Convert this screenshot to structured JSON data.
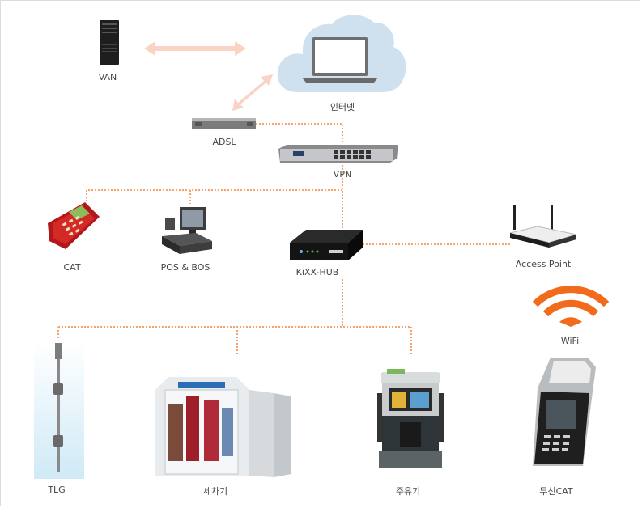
{
  "labels": {
    "van": "VAN",
    "internet": "인터넷",
    "adsl": "ADSL",
    "vpn": "VPN",
    "cat": "CAT",
    "pos": "POS & BOS",
    "hub": "KiXX-HUB",
    "ap": "Access Point",
    "wifi": "WiFi",
    "tlg": "TLG",
    "carwash": "세차기",
    "dispenser": "주유기",
    "wireless_cat": "무선CAT"
  },
  "colors": {
    "connector": "#f5a26b",
    "arrow": "#f9d3c4",
    "cloud": "#cfe0ee",
    "wifi": "#f26a1b"
  }
}
